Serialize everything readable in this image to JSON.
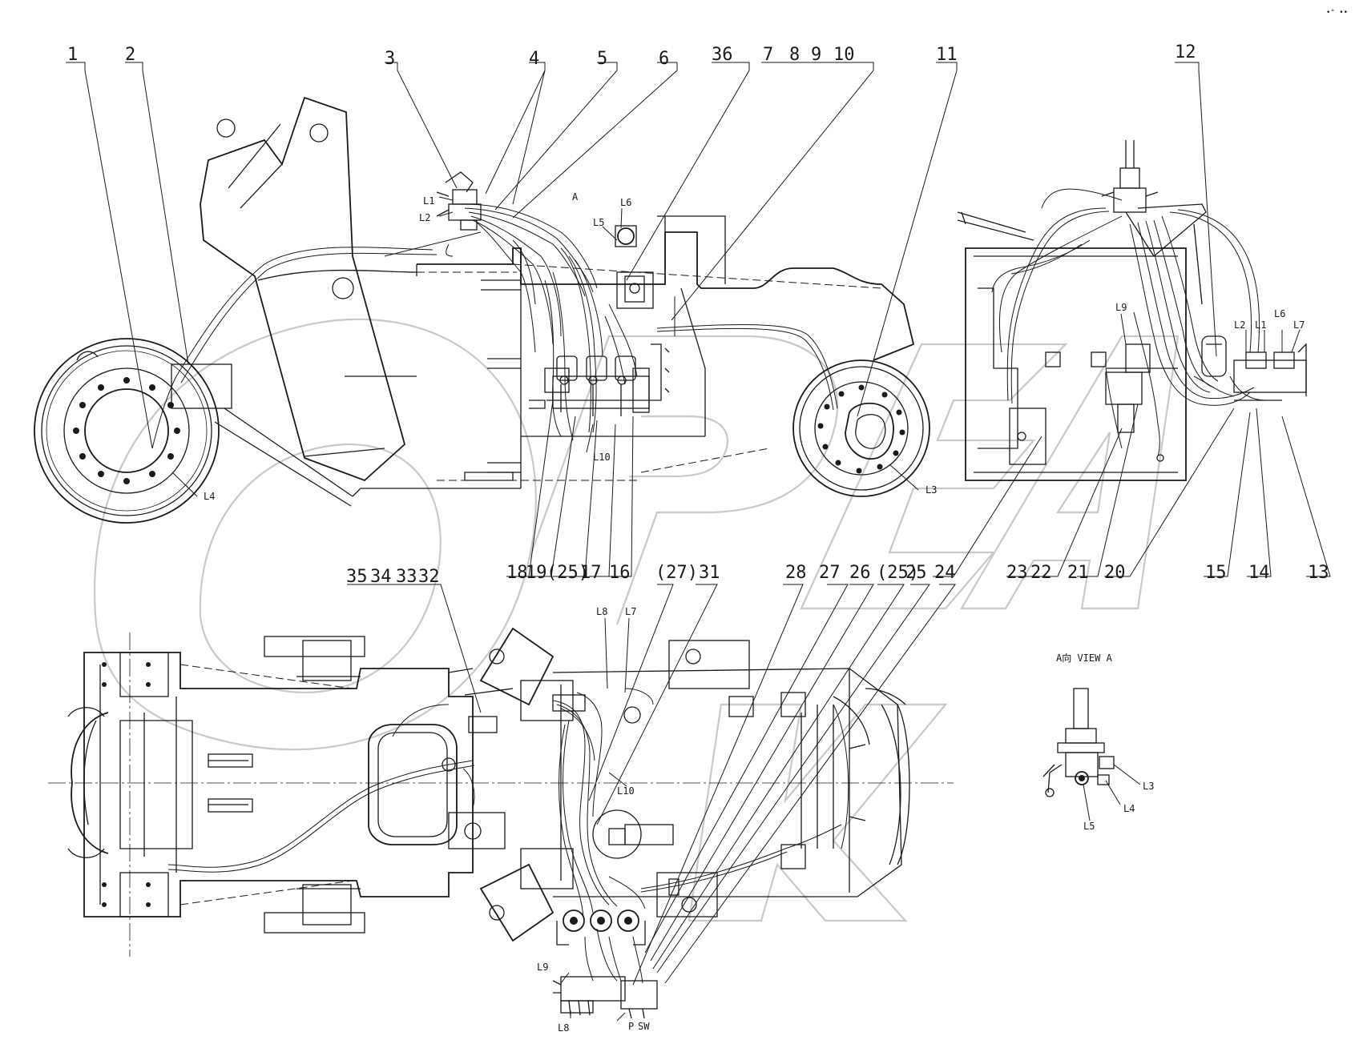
{
  "corner_mark": "•° ••",
  "view_label": "A向 VIEW A",
  "view_marker": "A",
  "part_numbers": {
    "p1": "1",
    "p2": "2",
    "p3": "3",
    "p4": "4",
    "p5": "5",
    "p6": "6",
    "p36": "36",
    "p7": "7",
    "p8": "8",
    "p9": "9",
    "p10": "10",
    "p11": "11",
    "p12": "12",
    "p13": "13",
    "p14": "14",
    "p15": "15",
    "p20": "20",
    "p21": "21",
    "p22": "22",
    "p23": "23",
    "p16": "16",
    "p17": "17",
    "p25a": "(25)",
    "p19": "19",
    "p18": "18",
    "p24": "24",
    "p25": "25",
    "p25b": "(25)",
    "p26": "26",
    "p27": "27",
    "p28": "28",
    "p31": "31",
    "p27b": "(27)",
    "p32": "32",
    "p33": "33",
    "p34": "34",
    "p35": "35"
  },
  "line_labels": {
    "L1": "L1",
    "L2": "L2",
    "L3": "L3",
    "L4": "L4",
    "L5": "L5",
    "L6": "L6",
    "L7": "L7",
    "L8": "L8",
    "L9": "L9",
    "L10": "L10",
    "P": "P",
    "SW": "SW"
  }
}
